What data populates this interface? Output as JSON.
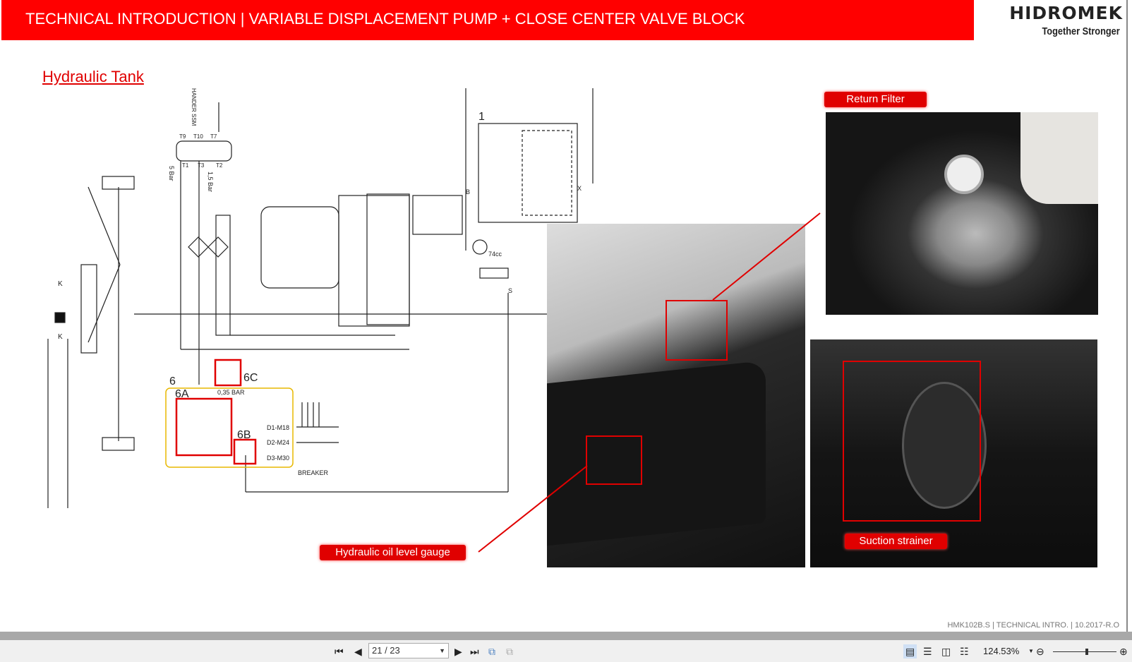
{
  "header": {
    "title": "TECHNICAL INTRODUCTION | VARIABLE DISPLACEMENT PUMP + CLOSE CENTER VALVE BLOCK"
  },
  "logo": {
    "brand": "HIDROMEK",
    "tagline": "Together Stronger"
  },
  "section_title": "Hydraulic Tank",
  "labels": {
    "return_filter": "Return Filter",
    "suction_strainer": "Suction strainer",
    "oil_level_gauge": "Hydraulic oil level gauge"
  },
  "diagram": {
    "n1": "1",
    "n6": "6",
    "n6a": "6A",
    "n6b": "6B",
    "n6c": "6C",
    "bar035": "0,35 BAR",
    "d1": "D1-M18",
    "d2": "D2-M24",
    "d3": "D3-M30",
    "breaker": "BREAKER",
    "cc": "74cc",
    "bar5": "5 Bar",
    "bar15": "1,5 Bar",
    "k": "K",
    "b": "B",
    "s": "S",
    "x": "X",
    "t1": "T1",
    "t3": "T3",
    "t2": "T2",
    "t9": "T9",
    "t10": "T10",
    "t7": "T7",
    "hander": "HANDER SSM"
  },
  "footer": "HMK102B.S | TECHNICAL INTRO. | 10.2017-R.O",
  "toolbar": {
    "page": "21 / 23",
    "zoom": "124.53%"
  }
}
